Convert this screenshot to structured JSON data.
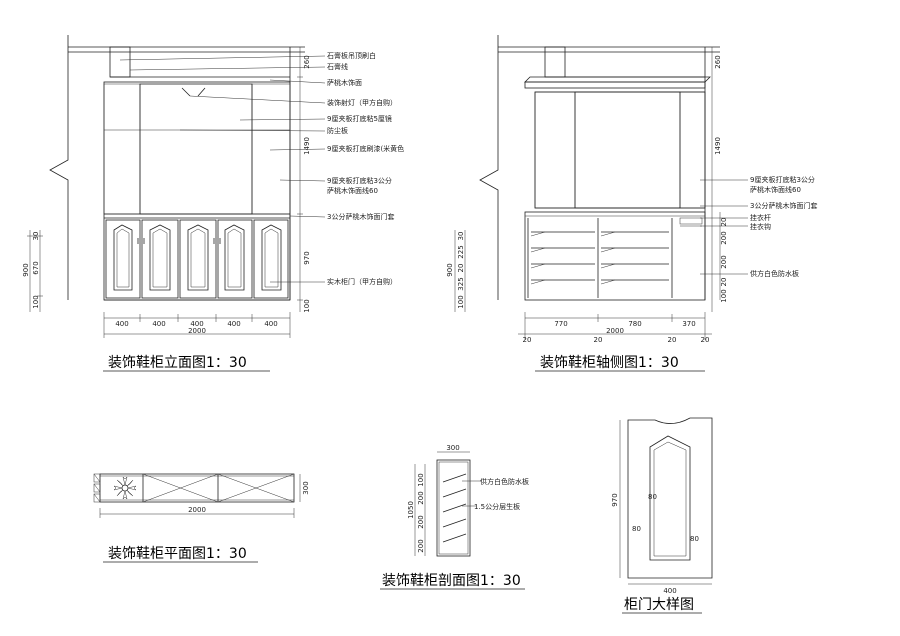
{
  "titles": {
    "front": "装饰鞋柜立面图1：30",
    "side": "装饰鞋柜轴侧图1：30",
    "plan": "装饰鞋柜平面图1：30",
    "section": "装饰鞋柜剖面图1：30",
    "door": "柜门大样图"
  },
  "front_notes": [
    "石膏板吊顶刷白",
    "石膏线",
    "萨桃木饰面",
    "装饰射灯（甲方自购）",
    "9厘夹板打底粘5厘镜",
    "防尘板",
    "9厘夹板打底刷漆(米黄色",
    "9厘夹板打底粘3公分",
    "萨桃木饰面线60",
    "3公分萨桃木饰面门套",
    "实木柜门（甲方自购）"
  ],
  "front_dims": {
    "right_v": [
      "260",
      "1490",
      "970",
      "100"
    ],
    "left_v": [
      "30",
      "670",
      "900",
      "100"
    ],
    "bottom": [
      "400",
      "400",
      "400",
      "400",
      "400"
    ],
    "total": "2000"
  },
  "side_notes": [
    "9厘夹板打底粘3公分",
    "萨桃木饰面线60",
    "3公分萨桃木饰面门套",
    "挂衣杆",
    "挂衣钩",
    "供方白色防水板"
  ],
  "side_dims": {
    "right_v": [
      "260",
      "1490",
      "20",
      "200",
      "200",
      "20",
      "100"
    ],
    "left_v": [
      "30",
      "225",
      "20",
      "325",
      "900",
      "100"
    ],
    "bottom": [
      "770",
      "780",
      "370"
    ],
    "ends": [
      "20",
      "20",
      "20",
      "20"
    ],
    "total": "2000"
  },
  "plan_dims": {
    "depth": "300",
    "width": "2000"
  },
  "section_notes": [
    "供方白色防水板",
    "1.5公分层生板"
  ],
  "section_dims": {
    "width": "300",
    "left": [
      "1050",
      "100",
      "200",
      "200",
      "200"
    ]
  },
  "door_dims": {
    "left": "970",
    "inner": [
      "80",
      "80",
      "80"
    ],
    "width": "400"
  }
}
